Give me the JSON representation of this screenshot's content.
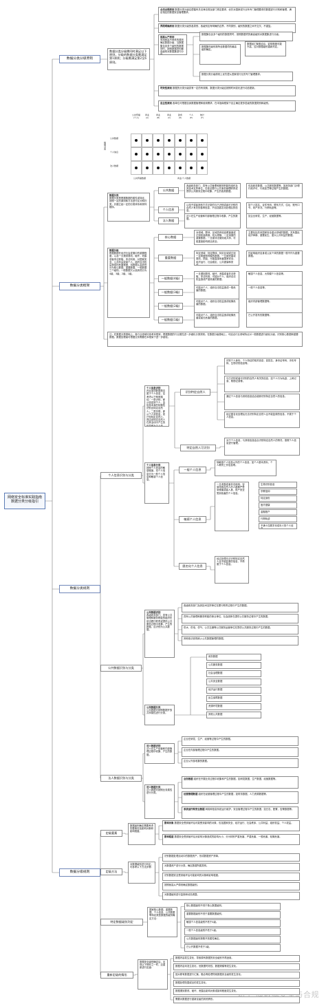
{
  "root": "网络安全标准实践指南\n数据分类分级指引",
  "branches": [
    "数据分类分级原则",
    "数据分类框架",
    "数据分类规则",
    "数据分级规则"
  ],
  "principles": {
    "intro": "数据分类分级需同时满足以下原则，分级的数据分类需满足第1原则；分级需满足第2至6原则。",
    "items": [
      {
        "t": "合法合规原则",
        "d": "数据分类分级应遵循有关法律法规及部门规定要求，优先对国家或行业有专门管理要求的数据进行识别和管理，满足相应的数据安全管理要求。"
      },
      {
        "t": "界限明确原则",
        "d": "数据分类分级的各类别、各级别应有明确的边界，不同类别、级别的数据之间不交叉、不重复。"
      },
      {
        "t": "就高从严原则",
        "d": "采用就高不就低的原则确定数据分级，当数据集包含多个级别的数据项时，按照数据项的最高级别对数据集进行分级。"
      },
      {
        "t": "时效性原则",
        "d": "数据的分类分级具有一定的有效期，数据分类分级应按照时间变化进行动态更新。"
      },
      {
        "t": "自主性原则",
        "d": "各单位可根据自身数据管理和使用需求，在本指南框架下自主确定更多层级的数据类别和级别。"
      }
    ],
    "sub": [
      "数据集包含多个级别的数据项时，按照数据项的最高级别对数据集进行分级。",
      "数据集的级别按所含数据项的最高级别确定。",
      "数据经汇聚融合后，影响程度可能升高，应对数据级别重新判定。",
      "数据分类分级原则上优先遵从国家或行业的专门管理要求。"
    ]
  },
  "matrix": {
    "title": "数据分类",
    "cols": [
      "公共传播\n(个人)",
      "商业\n(A)",
      "商业\n(B)",
      "商业\n(C)",
      "政务\n(D)",
      "个人\n(E)",
      "统计\n(F)"
    ],
    "rows": [
      "公共数据",
      "个人信息",
      "法人数据"
    ],
    "footer": [
      "公共传播数据",
      "商业/个人数据"
    ]
  },
  "framework": {
    "left1": {
      "t": "数据分类",
      "d": "数据分类是根据数据的属性或特征，按照一定的原则和方法进行区分和归类，并建立起一定的分类体系和排列顺序。"
    },
    "left2": {
      "t": "数据分级",
      "d": "根据数据在经济社会发展中的重要程度，以及一旦遭到篡改、破坏、泄露或者非法获取、非法利用，对国家安全、公共利益或者个人、组织合法权益造成的危害程度，将数据从高到低分为核心数据、重要数据、一般数据三个级别。一般数据又从高到低分为4级、3级、2级、1级。"
    },
    "classify": [
      {
        "t": "公共数据",
        "d": "各级政务部门、具有公共管理和服务职能的组织及其技术支撑单位，在依法履行公共事务管理职责或提供公共服务过程中收集、产生的各类数据。",
        "r": "包括政务数据、公共服务数据等，如政务部门办理行政许可、行政处罚等过程产生的数据。"
      },
      {
        "t": "个人信息",
        "d": "以电子或者其他方式记录的与已识别或者可识别的自然人有关的各种信息，不包括匿名化处理后的信息。",
        "r": "如个人姓名、证件号码、联系方式、住址、账号口令、财产状况、行踪轨迹等。"
      },
      {
        "t": "法人数据",
        "d": "法人在生产经营和内部管理过程中收集、产生的数据。",
        "r": "如企业研发、生产、经营数据等。"
      }
    ],
    "grade": [
      {
        "t": "核心数据",
        "d": "对领域、群体、区域具有较高覆盖度或达到较高精度、较大规模、一定深度的重要数据，一旦被非法使用或共享，可能直接影响政治安全。",
        "r": "主要包括关系国家安全重点领域的数据，关系国民经济命脉、重要民生、重大公共利益的数据。"
      },
      {
        "t": "重要数据",
        "d": "特定领域、特定群体、特定区域或达到一定精度和规模的数据，一旦被泄露或篡改、损毁，可能直接危害国家安全、经济运行、社会稳定、公共健康和安全。",
        "r": "仅影响组织自身或公民个体的数据一般不作为重要数据。"
      },
      {
        "t": "一般数据(4级)",
        "d": "一旦遭到篡改、破坏、泄露或者非法获取、非法利用，可能对个人、组织合法权益造成严重危害的数据。",
        "r": "敏感个人信息、大规模个人信息等。"
      },
      {
        "t": "一般数据(3级)",
        "d": "可能对个人、组织合法权益造成一般危害的数据。",
        "r": "一般个人信息等。"
      },
      {
        "t": "一般数据(2级)",
        "d": "可能对个人、组织合法权益造成轻微危害的数据。",
        "r": "组织内部管理数据等。"
      },
      {
        "t": "一般数据(1级)",
        "d": "可能对个人、组织合法权益造成轻微危害或者无危害的数据。",
        "r": "已公开发布的数据等。"
      }
    ],
    "note": "注：在数据分类基础上，各行业领域可参考本框架，根据数据的行业属性进一步细化分类规则；在数据分级基础上，可结合行业领域特点对一般数据进行细化分级，识别核心数据和重要数据。数据处理者可根据业务需要在本框架下进一步细化。"
  },
  "rules": {
    "personal": {
      "title": "个人信息识别与分类",
      "a": {
        "t": "个人信息识别",
        "d": "判定某项数据是否属于个人信息，应考虑以下两条路径：一是识别，即从信息到个人，由信息本身的特殊性识别出特定自然人；二是关联，即从个人到信息，如已知特定自然人，则由该特定自然人在其活动中产生的信息即为个人信息。"
      },
      "a1": "识别特定自然人",
      "a2": "特定自然人可识别",
      "a_items": [
        "识别个人身份、个人特征的相关信息，如姓名、身份证号码、手机号码、生物识别信息等。",
        "与已识别或者可识别的自然人有关的信息，如个人行为轨迹、上网记录、购物记录等。",
        "通过个人信息与其他信息结合能够识别特定自然人的信息。",
        "经过匿名化处理后无法识别特定自然人且不能复原的信息，不属于个人信息。"
      ],
      "a2_item": "对于个人信息，与其他信息结合识别特定自然人的情况，按照个人信息进行管理。",
      "b": {
        "t": "个人信息分类",
        "d": "按照个人信息的敏感程度，将个人信息分为一般个人信息和敏感个人信息。"
      },
      "b1": {
        "t": "一般个人信息",
        "d": "除敏感个人信息以外的个人信息，如个人基本资料、个人教育工作信息等。"
      },
      "b2": {
        "t": "敏感个人信息",
        "d": "一旦泄露或者非法使用，容易导致自然人的人格尊严受到侵害或者人身、财产安全受到危害的个人信息。",
        "items": [
          "生物识别信息",
          "宗教信仰",
          "特定身份",
          "医疗健康",
          "金融账户",
          "行踪轨迹",
          "不满十四周岁未成年人的个人信息"
        ]
      },
      "b3": {
        "t": "匿名化个人信息",
        "d": "经过处理无法识别特定自然人且不能复原的信息，不再属于个人信息。"
      }
    },
    "public": {
      "title": "公共数据识别与分类",
      "a": {
        "t": "公共数据识别",
        "d": "各级政务部门、具有公共管理和服务职能的组织在依法履行职责或提供公共服务过程中收集、产生的数据，应识别为公共数据。"
      },
      "a_items": [
        "各级政务部门及其技术支撑单位在履行职责过程中产生的数据。",
        "具有公共管理和服务职能的事业单位、社会团体在提供公共服务过程中产生的数据。",
        "供水、供电、供气、公共交通等公共服务运营单位在提供公共服务过程中产生的数据。",
        "其他依法依规纳入公共数据管理的数据。"
      ],
      "b": {
        "t": "公共数据分类",
        "d": "公共数据可按照数据开放共享属性进行分类。"
      },
      "b_items": [
        "政务数据",
        "公共服务数据",
        "社会治理数据",
        "公共安全数据",
        "经济运行数据",
        "民生保障数据",
        "资源环境数据",
        "其他公共数据"
      ]
    },
    "legal": {
      "title": "法人数据识别与分类",
      "a": {
        "t": "法人数据识别",
        "d": "法人在生产经营和内部管理过程中收集、产生的数据。"
      },
      "a_items": [
        "企业在研发、生产、经营等过程中产生的数据。",
        "企业在内部管理过程中产生的数据。",
        "企业从外部收集的数据。"
      ],
      "b": {
        "t": "法人数据分类",
        "d": "法人数据可按照业务属性进行分类。"
      },
      "b_items": [
        {
          "t": "业务数据",
          "d": "组织在开展业务过程中收集和产生的数据，如研发数据、生产数据、经营数据等。"
        },
        {
          "t": "经营管理数据",
          "d": "组织在经营管理过程中产生的数据，如财务数据、人力资源数据等。"
        },
        {
          "t": "系统运行和安全数据",
          "d": "网络和信息系统运行维护、安全管理过程中产生的数据，如日志、配置、告警数据等。"
        }
      ]
    }
  },
  "grading": {
    "factors": {
      "t": "定级要素",
      "d": "数据级别确定需要考虑的要素包括影响对象和影响程度。",
      "items": [
        {
          "t": "影响对象",
          "d": "数据安全受到破坏后可能受到影响的对象，包括国家安全、经济运行、社会秩序、公共利益、组织权益、个人权益。"
        },
        {
          "t": "影响程度",
          "d": "数据安全受到破坏后对影响对象造成的影响大小，分为特别严重危害、严重危害、一般危害、轻微危害。"
        }
      ]
    },
    "method": {
      "t": "定级方法",
      "d": "对数据级别进行判定，可参考以下方法步骤：",
      "items": [
        "识别数据处理活动中的数据资产，形成数据资产清单。",
        "对数据资产进行分类，确定数据所属类别。",
        "识别数据安全受到破坏后可能影响的对象和影响程度。",
        "按照就高从严原则确定数据级别。",
        "对数据级别进行复核和动态调整。"
      ]
    },
    "special": {
      "t": "特定数据级别判定",
      "d": "国家核心数据、重要数据、个人信息、公共数据等特定类型数据的级别确定方法：",
      "items": [
        "核心数据级别不低于核心数据级别。",
        "重要数据级别不低于重要数据级别。",
        "敏感个人信息级别不低于4级。",
        "一般个人信息级别不低于2级。",
        "公共数据级别按照开放属性确定。",
        "已公开数据不低于1级。"
      ]
    },
    "dynamic": {
      "t": "重新定级的情形",
      "d": "数据安全级别确定后，出现以下情形之一时，应重新进行定级：",
      "items": [
        "数据内容发生变化，导致原有数据的安全级别不再适用。",
        "数据内容未发生变化，但数据时效性、数据规模等发生变化。",
        "因对原有数据进行汇聚、融合等处理导致数据安全级别发生变化。",
        "数据处理范围或目的发生变化。",
        "数据遭到篡改、破坏、泄露后影响对象或影响程度发生变化。",
        "需要对数据进行重新定级的其他情形。"
      ]
    }
  },
  "watermark": "知乎 @数据安全与合规"
}
